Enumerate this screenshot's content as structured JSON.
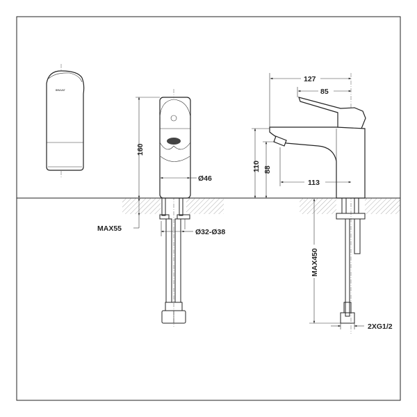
{
  "brand_logo": "BRAVAT",
  "front_view": {
    "height_label": "160",
    "body_diameter_label": "Ø46",
    "max_thickness_label": "MAX55",
    "hole_diameter_label": "Ø32-Ø38"
  },
  "side_view": {
    "total_depth_label": "127",
    "lever_depth_label": "85",
    "spout_height_label": "110",
    "outlet_height_label": "88",
    "spout_reach_label": "113",
    "hose_length_label": "MAX450",
    "connection_label": "2XG1/2"
  },
  "colors": {
    "line": "#222222",
    "background": "#ffffff"
  }
}
